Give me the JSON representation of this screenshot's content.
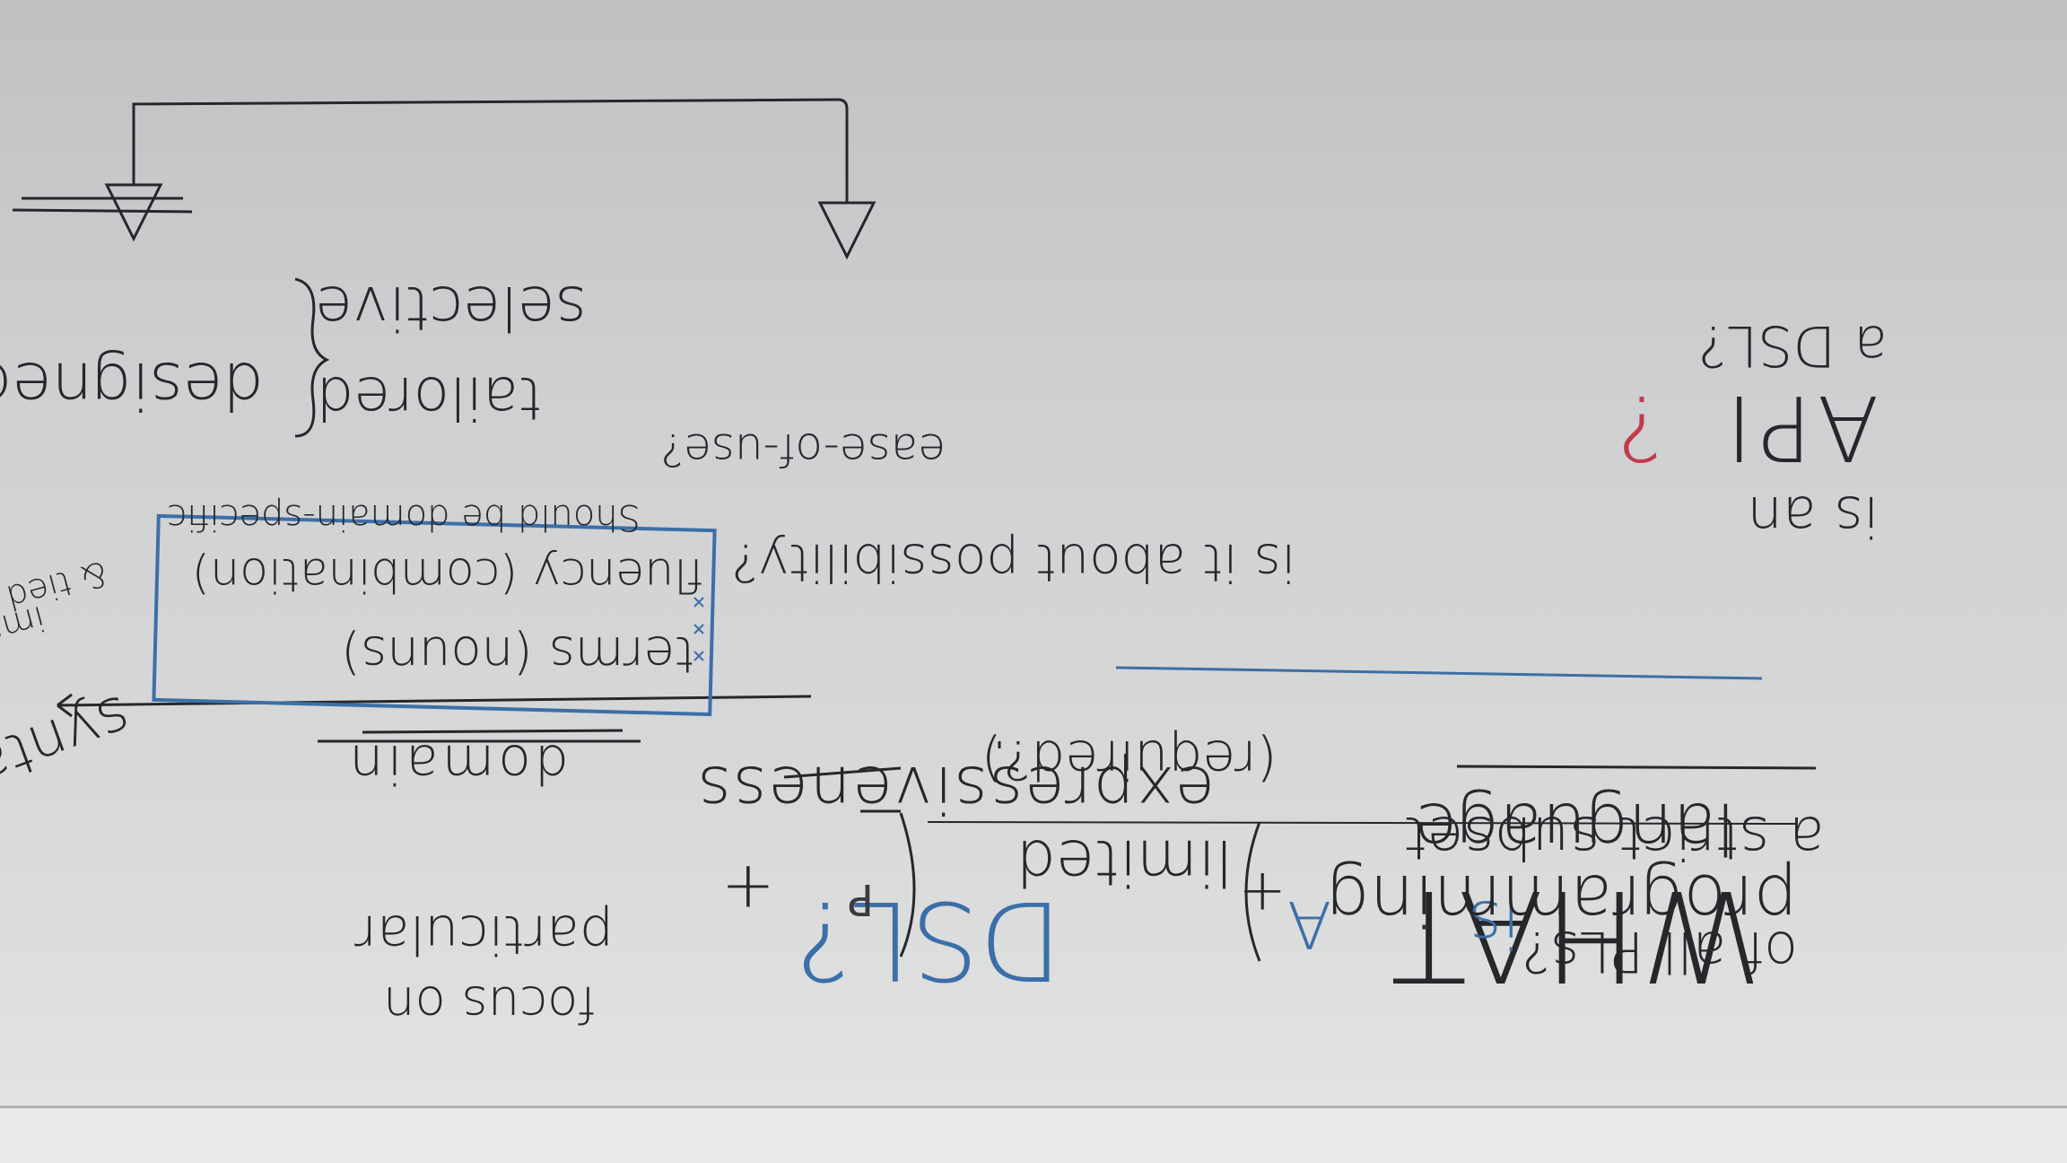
{
  "whiteboard": {
    "title": {
      "part1": "WHAT",
      "part2": "is",
      "part3": "A",
      "part4": "DSL?"
    },
    "definition": {
      "term1": "programming",
      "term2": "language",
      "connector": "+",
      "term3": "limited",
      "term4": "expressiveness",
      "plus": "+",
      "focus": "focus on",
      "particular": "particular",
      "domain": "domain"
    },
    "subset_question": {
      "line1": "a strict subset",
      "line2": "of all PLs?"
    },
    "required": "(required?)",
    "box_items": {
      "terms": "terms (nouns)",
      "fluency": "fluency (combination)"
    },
    "syntax": {
      "word": "syntax",
      "note1": "import",
      "note2": "& tied"
    },
    "side_note": "is it about possibility?",
    "ease": "ease-of-use?",
    "domain_specific": "Should be domain-specific",
    "brace_items": [
      "designed",
      "tailored",
      "selective"
    ],
    "api_question": {
      "line1": "is an",
      "api": "API",
      "qmark": "?",
      "line2": "a DSL?"
    },
    "edge_glyph": "P"
  },
  "colors": {
    "ink": "#26272b",
    "blue": "#3c6fa8",
    "red": "#c43a4d",
    "board": "#d2d3d4"
  }
}
